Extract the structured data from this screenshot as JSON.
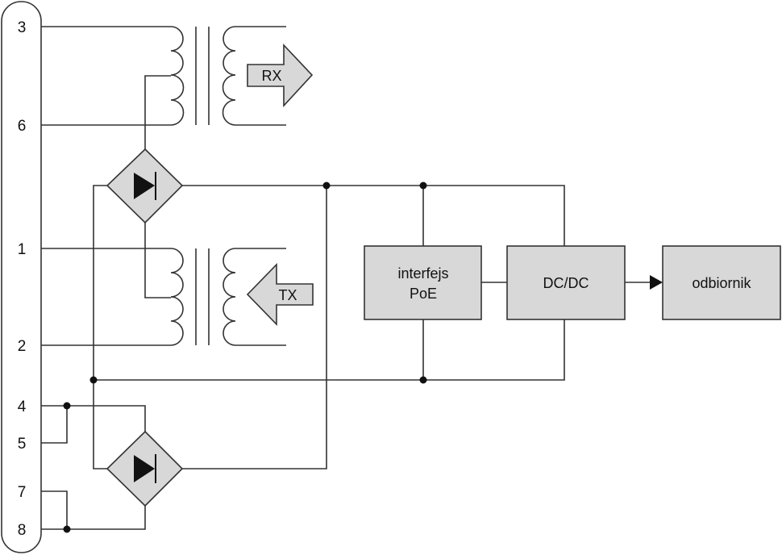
{
  "connector": {
    "pins": [
      "3",
      "6",
      "1",
      "2",
      "4",
      "5",
      "7",
      "8"
    ]
  },
  "arrows": {
    "rx": "RX",
    "tx": "TX"
  },
  "blocks": {
    "poe_line1": "interfejs",
    "poe_line2": "PoE",
    "dcdc": "DC/DC",
    "load": "odbiornik"
  },
  "colors": {
    "block_fill": "#d8d8d8",
    "line": "#333333"
  }
}
